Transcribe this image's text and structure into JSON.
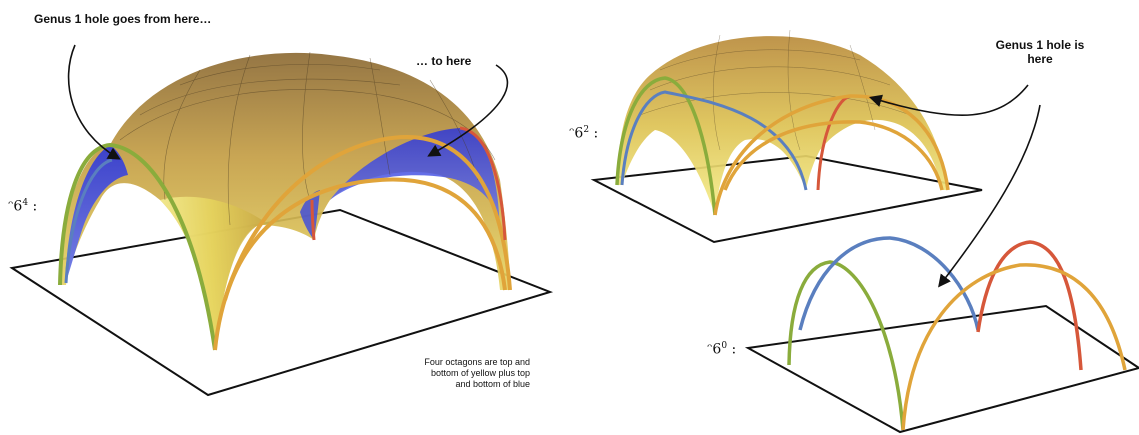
{
  "annotations": {
    "hole_from": "Genus 1 hole goes from here…",
    "hole_to": "… to here",
    "hole_is_line1": "Genus 1 hole is",
    "hole_is_line2": "here",
    "octagon_note_line1": "Four octagons are top and",
    "octagon_note_line2": "bottom of yellow plus top",
    "octagon_note_line3": "and bottom of blue"
  },
  "labels": {
    "o4_base": "ᵔ6",
    "o4_exp": "4",
    "o2_base": "ᵔ6",
    "o2_exp": "2",
    "o0_base": "ᵔ6",
    "o0_exp": "0",
    "colon": ":"
  },
  "colors": {
    "green_arc": "#8aac3c",
    "blue_arc": "#5a7fbf",
    "red_arc": "#d6573a",
    "orange_arc": "#e0a43a",
    "dome_top": "#a0793a",
    "dome_mid": "#d4b24a",
    "dome_light": "#f2ea80",
    "blue_surface": "#3a48e0",
    "plane_line": "#111111"
  }
}
